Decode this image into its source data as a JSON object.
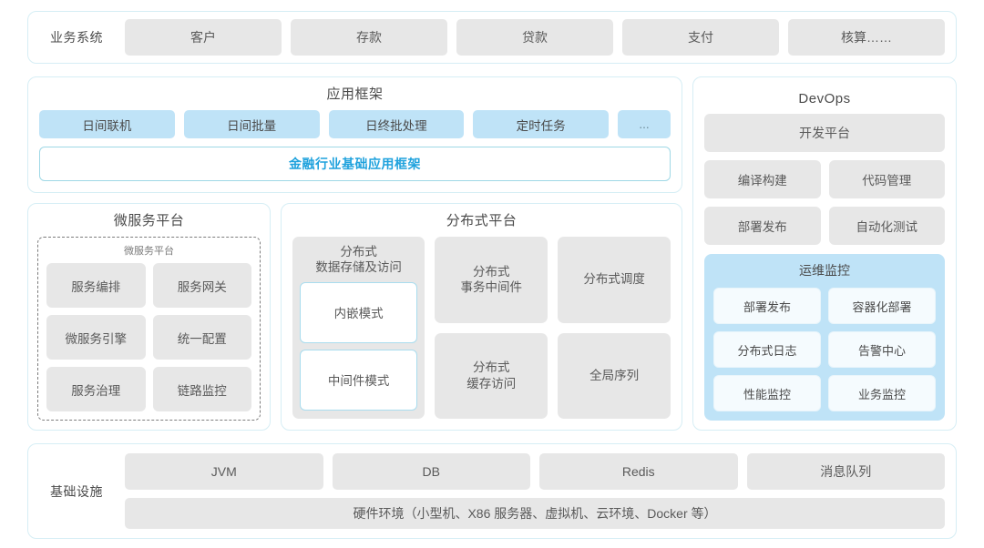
{
  "business_systems": {
    "label": "业务系统",
    "items": [
      "客户",
      "存款",
      "贷款",
      "支付",
      "核算……"
    ]
  },
  "app_framework": {
    "title": "应用框架",
    "pills": [
      "日间联机",
      "日间批量",
      "日终批处理",
      "定时任务"
    ],
    "ellipsis": "...",
    "highlight": "金融行业基础应用框架",
    "highlight_color": "#1fa2dd"
  },
  "microservice_platform": {
    "title": "微服务平台",
    "inner_title": "微服务平台",
    "items": [
      "服务编排",
      "服务网关",
      "微服务引擎",
      "统一配置",
      "服务治理",
      "链路监控"
    ]
  },
  "distributed_platform": {
    "title": "分布式平台",
    "storage": {
      "title_line1": "分布式",
      "title_line2": "数据存储及访问",
      "modes": [
        "内嵌模式",
        "中间件模式"
      ]
    },
    "cells": [
      {
        "line1": "分布式",
        "line2": "事务中间件"
      },
      {
        "line1": "分布式调度",
        "line2": ""
      },
      {
        "line1": "分布式",
        "line2": "缓存访问"
      },
      {
        "line1": "全局序列",
        "line2": ""
      }
    ]
  },
  "devops": {
    "title": "DevOps",
    "platform": "开发平台",
    "items": [
      "编译构建",
      "代码管理",
      "部署发布",
      "自动化测试"
    ],
    "ops_monitor": {
      "title": "运维监控",
      "items": [
        "部署发布",
        "容器化部署",
        "分布式日志",
        "告警中心",
        "性能监控",
        "业务监控"
      ]
    }
  },
  "infrastructure": {
    "label": "基础设施",
    "items": [
      "JVM",
      "DB",
      "Redis",
      "消息队列"
    ],
    "hardware": "硬件环境（小型机、X86 服务器、虚拟机、云环境、Docker 等）"
  }
}
